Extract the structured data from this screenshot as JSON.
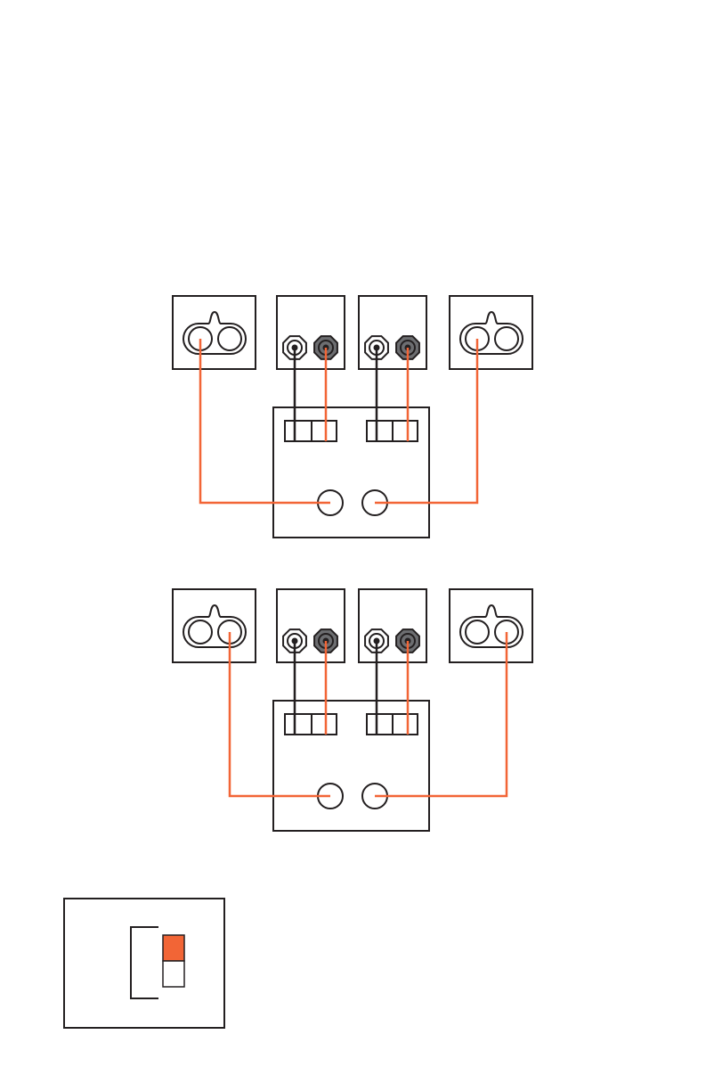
{
  "colors": {
    "background": "#ffffff",
    "line": "#231f20",
    "wire_positive": "#f26536",
    "wire_negative": "#231f20",
    "binding_post_red": "#6d6e71",
    "binding_post_black": "#ffffff",
    "switch_active": "#f26536"
  },
  "diagrams": [
    {
      "name": "wiring-diagram-upper",
      "left_speaker_terminal": "left",
      "right_speaker_terminal": "left"
    },
    {
      "name": "wiring-diagram-lower",
      "left_speaker_terminal": "right",
      "right_speaker_terminal": "right"
    }
  ],
  "switch": {
    "position": "up",
    "icon": "dip-switch-icon"
  }
}
